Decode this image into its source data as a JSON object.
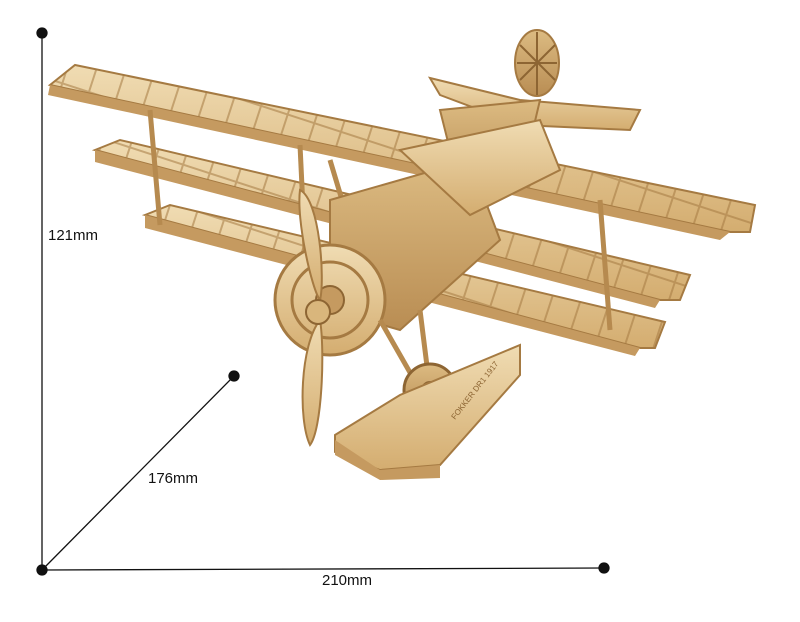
{
  "dimensions": {
    "height": "121mm",
    "depth": "176mm",
    "width": "210mm"
  },
  "base_plate_text": "FOKKER DR1 1917",
  "colors": {
    "wood_light": "#ead2a4",
    "wood_mid": "#d9b67c",
    "wood_dark": "#b88c52",
    "line": "#111111"
  }
}
